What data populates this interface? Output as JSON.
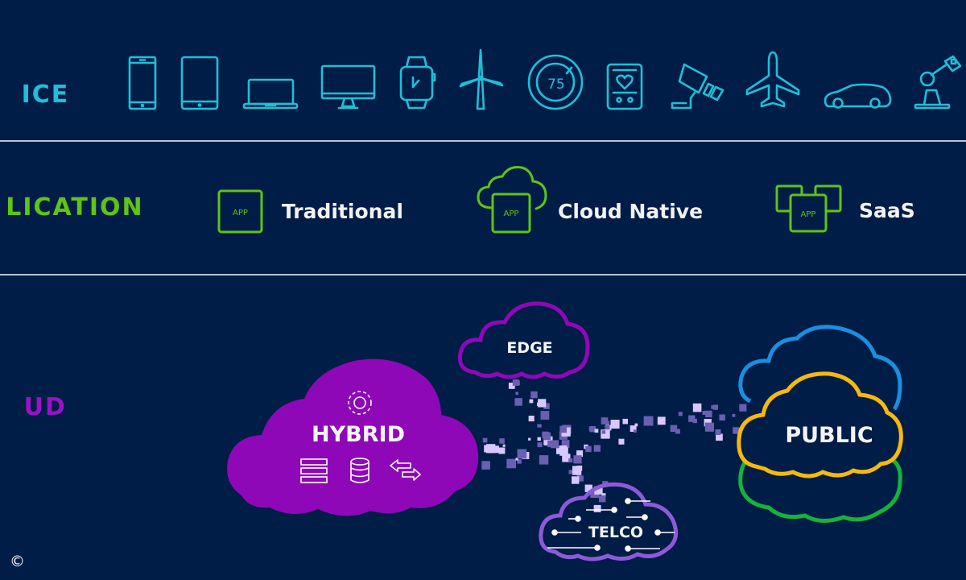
{
  "rows": {
    "device": {
      "label": "DEVICE",
      "visible_label": "ICE",
      "color": "#1ec0d8",
      "icons": [
        "smartphone-icon",
        "tablet-icon",
        "laptop-icon",
        "desktop-monitor-icon",
        "smartwatch-icon",
        "wind-turbine-icon",
        "thermostat-icon",
        "health-monitor-icon",
        "security-camera-icon",
        "airplane-icon",
        "car-icon",
        "robotic-arm-icon"
      ],
      "thermostat_value": "75"
    },
    "application": {
      "label": "APPLICATION",
      "visible_label": "LICATION",
      "color": "#5ec417",
      "items": [
        {
          "badge": "APP",
          "label": "Traditional",
          "icon": "app-box-icon"
        },
        {
          "badge": "APP",
          "label": "Cloud Native",
          "icon": "cloud-app-icon"
        },
        {
          "badge": "APP",
          "label": "SaaS",
          "icon": "stacked-apps-icon"
        }
      ]
    },
    "cloud": {
      "label": "CLOUD",
      "visible_label": "UD",
      "color": "#9a12c4",
      "clouds": {
        "hybrid": {
          "label": "HYBRID",
          "color": "#8e08b8",
          "icons": [
            "gear-icon",
            "server-rack-icon",
            "database-icon",
            "transfer-arrows-icon"
          ]
        },
        "edge": {
          "label": "EDGE",
          "color": "#8e08b8"
        },
        "telco": {
          "label": "TELCO",
          "color": "#8c5ad8"
        },
        "public": {
          "label": "PUBLIC",
          "colors": [
            "#1a8fe0",
            "#f5b90f",
            "#16b33c"
          ]
        }
      }
    }
  },
  "colors": {
    "background": "#001d47",
    "divider": "#b8c3d4",
    "particle_light": "#d9c8ff",
    "particle_dark": "#6a5fb3"
  },
  "footer": {
    "copyright": "©"
  }
}
